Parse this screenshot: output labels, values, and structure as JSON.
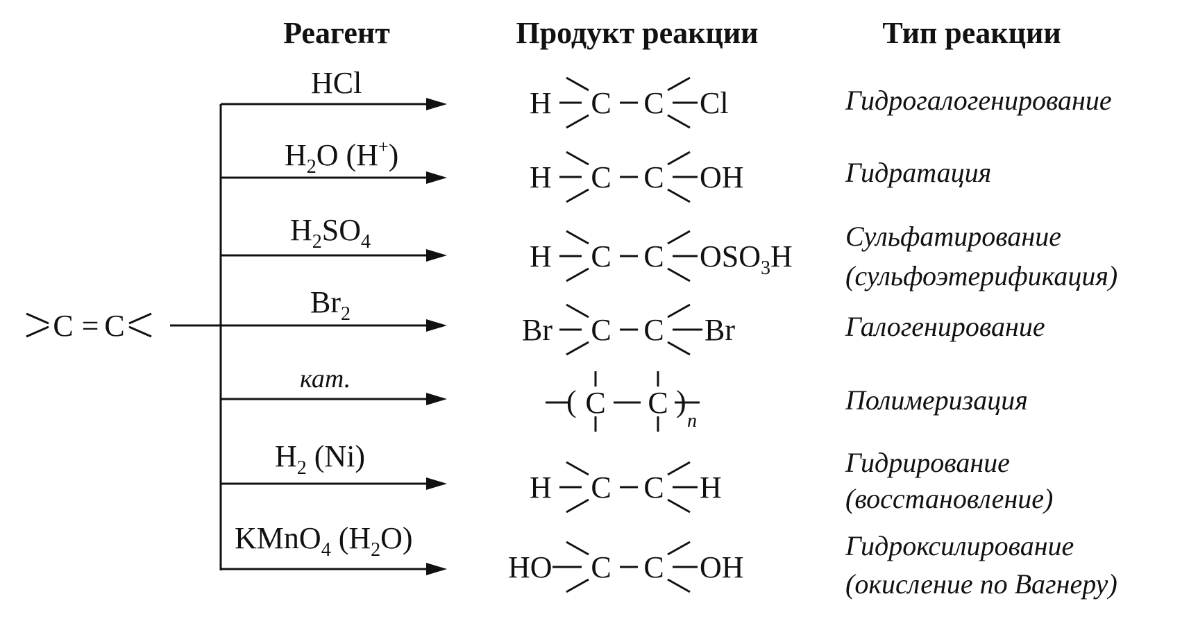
{
  "headers": {
    "reagent": "Реагент",
    "product": "Продукт реакции",
    "type": "Тип реакции"
  },
  "start": {
    "left_c": "C",
    "double_bond": "=",
    "right_c": "C"
  },
  "atoms": {
    "c": "C",
    "dash": "—"
  },
  "rows": [
    {
      "reagent": {
        "main": "HCl"
      },
      "product": {
        "left": "H",
        "right": "Cl"
      },
      "type_lines": [
        "Гидрогалогенирование"
      ]
    },
    {
      "reagent": {
        "p1": "H",
        "sub1": "2",
        "p2": "O (H",
        "sup": "+",
        "p3": ")"
      },
      "product": {
        "left": "H",
        "right": "OH"
      },
      "type_lines": [
        "Гидратация"
      ]
    },
    {
      "reagent": {
        "p1": "H",
        "sub1": "2",
        "p2": "SO",
        "sub2": "4"
      },
      "product": {
        "left": "H",
        "right_p1": "OSO",
        "right_sub": "3",
        "right_p2": "H"
      },
      "type_lines": [
        "Сульфатирование",
        "(сульфоэтерификация)"
      ]
    },
    {
      "reagent": {
        "p1": "Br",
        "sub1": "2"
      },
      "product": {
        "left": "Br",
        "right": "Br"
      },
      "type_lines": [
        "Галогенирование"
      ]
    },
    {
      "reagent": {
        "italic": "кат."
      },
      "product": {
        "open": "(",
        "close": ")",
        "n": "n"
      },
      "type_lines": [
        "Полимеризация"
      ]
    },
    {
      "reagent": {
        "p1": "H",
        "sub1": "2",
        "p2": " (Ni)"
      },
      "product": {
        "left": "H",
        "right": "H"
      },
      "type_lines": [
        "Гидрирование",
        "(восстановление)"
      ]
    },
    {
      "reagent": {
        "p1": "KMnO",
        "sub1": "4",
        "p2": " (H",
        "sub2": "2",
        "p3": "O)"
      },
      "product": {
        "left": "HO",
        "right": "OH"
      },
      "type_lines": [
        "Гидроксилирование",
        "(окисление по Вагнеру)"
      ]
    }
  ]
}
